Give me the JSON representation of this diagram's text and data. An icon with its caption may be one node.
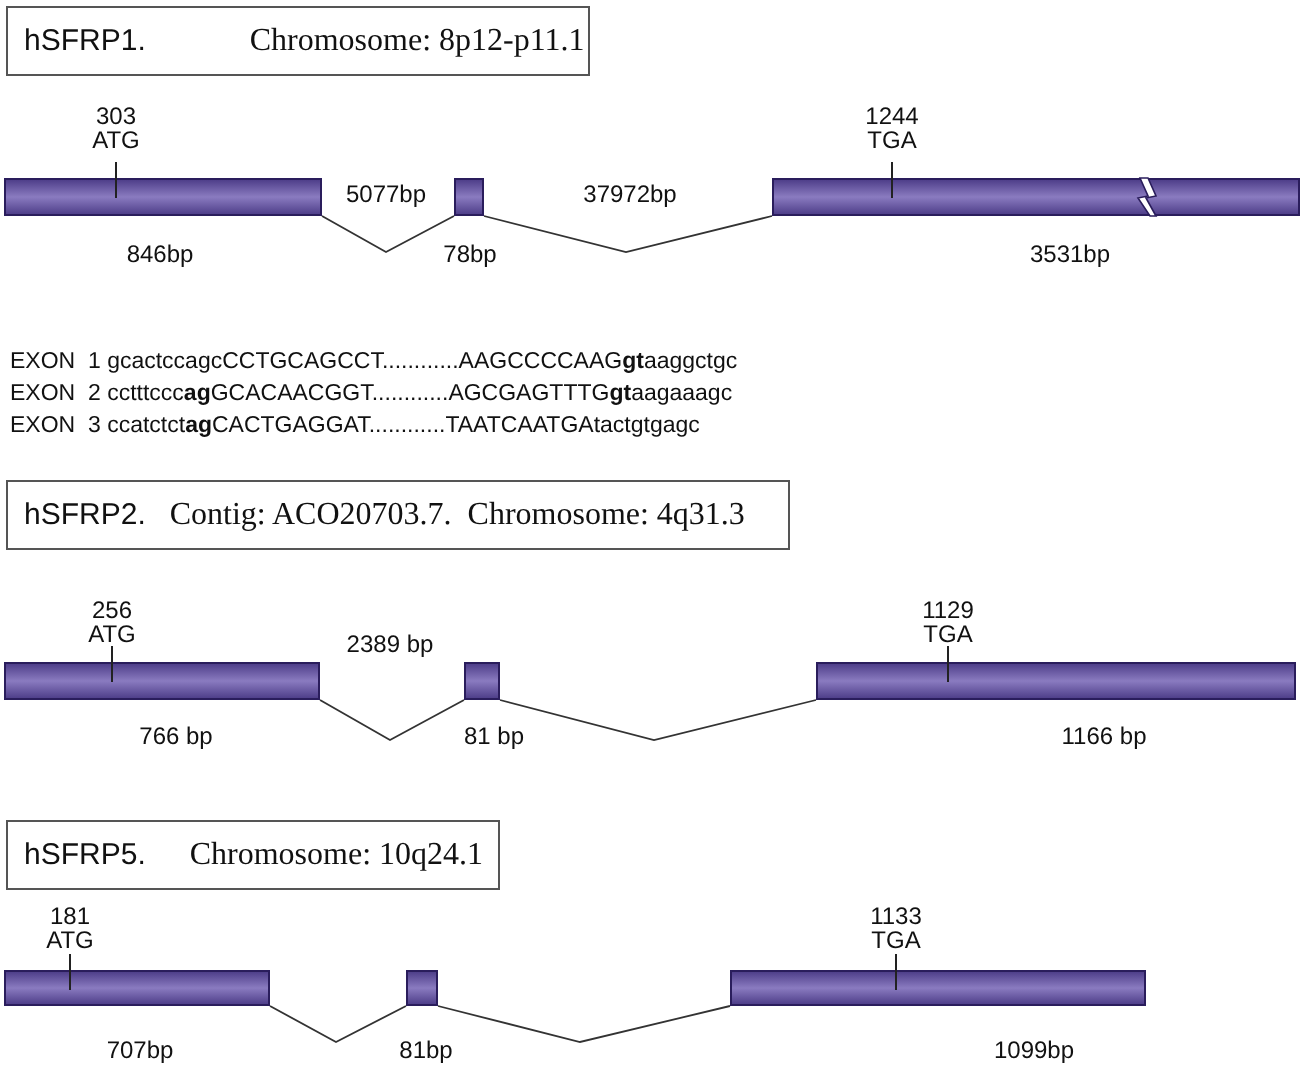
{
  "diagram": {
    "nodes": [
      {
        "text": [
          "hSFRP1.",
          "Chromosome: 8p12-p11.1"
        ]
      },
      {
        "text": [],
        "shape": "bar",
        "beside": [
          "303 ATG",
          "846bp"
        ]
      },
      {
        "text": [],
        "shape": "bar",
        "beside": [
          "78bp"
        ]
      },
      {
        "text": [],
        "shape": "bar",
        "beside": [
          "1244 TGA",
          "3531bp"
        ]
      },
      {
        "text": [
          "hSFRP2.",
          "Contig: ACO20703.7.  Chromosome: 4q31.3"
        ]
      },
      {
        "text": [],
        "shape": "bar",
        "beside": [
          "256 ATG",
          "766 bp"
        ]
      },
      {
        "text": [],
        "shape": "bar",
        "beside": [
          "81 bp"
        ]
      },
      {
        "text": [],
        "shape": "bar",
        "beside": [
          "1129 TGA",
          "1166 bp"
        ]
      },
      {
        "text": [
          "hSFRP5.",
          "Chromosome: 10q24.1"
        ]
      },
      {
        "text": [],
        "shape": "bar",
        "beside": [
          "181 ATG",
          "707bp"
        ]
      },
      {
        "text": [],
        "shape": "bar",
        "beside": [
          "81bp"
        ]
      },
      {
        "text": [],
        "shape": "bar",
        "beside": [
          "1133 TGA",
          "1099bp"
        ]
      }
    ],
    "edges": [
      {
        "from": 1,
        "to": 2,
        "arrow": "none",
        "label": "5077bp"
      },
      {
        "from": 2,
        "to": 3,
        "arrow": "none",
        "label": "37972bp"
      },
      {
        "from": 5,
        "to": 6,
        "arrow": "none",
        "label": "2389 bp"
      },
      {
        "from": 6,
        "to": 7,
        "arrow": "none"
      },
      {
        "from": 9,
        "to": 10,
        "arrow": "none"
      },
      {
        "from": 10,
        "to": 11,
        "arrow": "none"
      }
    ],
    "labels": [
      "EXON  1 gcactccagcCCTGCAGCCT............AAGCCCCAAG**gt**aaggctgc",
      "EXON  2 cctttccc**ag**GCACAACGGT............AGCGAGTTTG**gt**aagaaagc",
      "EXON  3 ccatctct**ag**CACTGAGGAT............TAATCAATGAtactgtgagc"
    ]
  }
}
